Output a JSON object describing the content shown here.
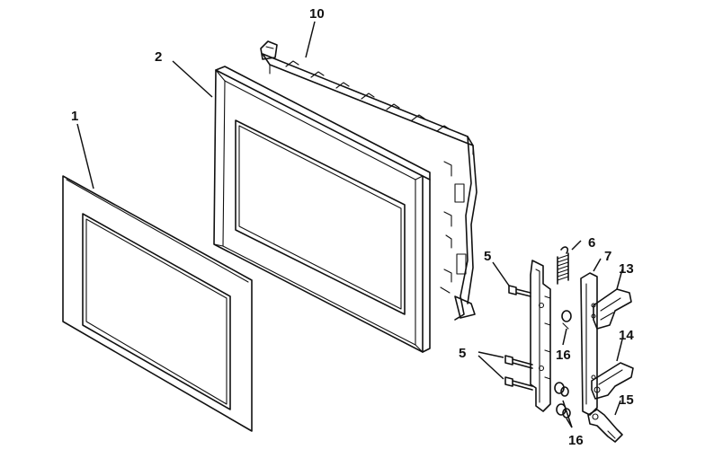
{
  "callouts": [
    {
      "id": "c1",
      "text": "1"
    },
    {
      "id": "c2",
      "text": "2"
    },
    {
      "id": "c10",
      "text": "10"
    },
    {
      "id": "c5a",
      "text": "5"
    },
    {
      "id": "c5b",
      "text": "5"
    },
    {
      "id": "c6",
      "text": "6"
    },
    {
      "id": "c7",
      "text": "7"
    },
    {
      "id": "c13",
      "text": "13"
    },
    {
      "id": "c14",
      "text": "14"
    },
    {
      "id": "c15",
      "text": "15"
    },
    {
      "id": "c16a",
      "text": "16"
    },
    {
      "id": "c16b",
      "text": "16"
    }
  ],
  "parts": [
    {
      "ref": "1",
      "icon": "door-glass-panel"
    },
    {
      "ref": "2",
      "icon": "door-frame"
    },
    {
      "ref": "10",
      "icon": "door-assembly-frame"
    },
    {
      "ref": "5",
      "icon": "screw"
    },
    {
      "ref": "6",
      "icon": "spring"
    },
    {
      "ref": "7",
      "icon": "latch-arm"
    },
    {
      "ref": "13",
      "icon": "hook"
    },
    {
      "ref": "14",
      "icon": "hook"
    },
    {
      "ref": "15",
      "icon": "lever"
    },
    {
      "ref": "16",
      "icon": "retaining-clip"
    }
  ]
}
